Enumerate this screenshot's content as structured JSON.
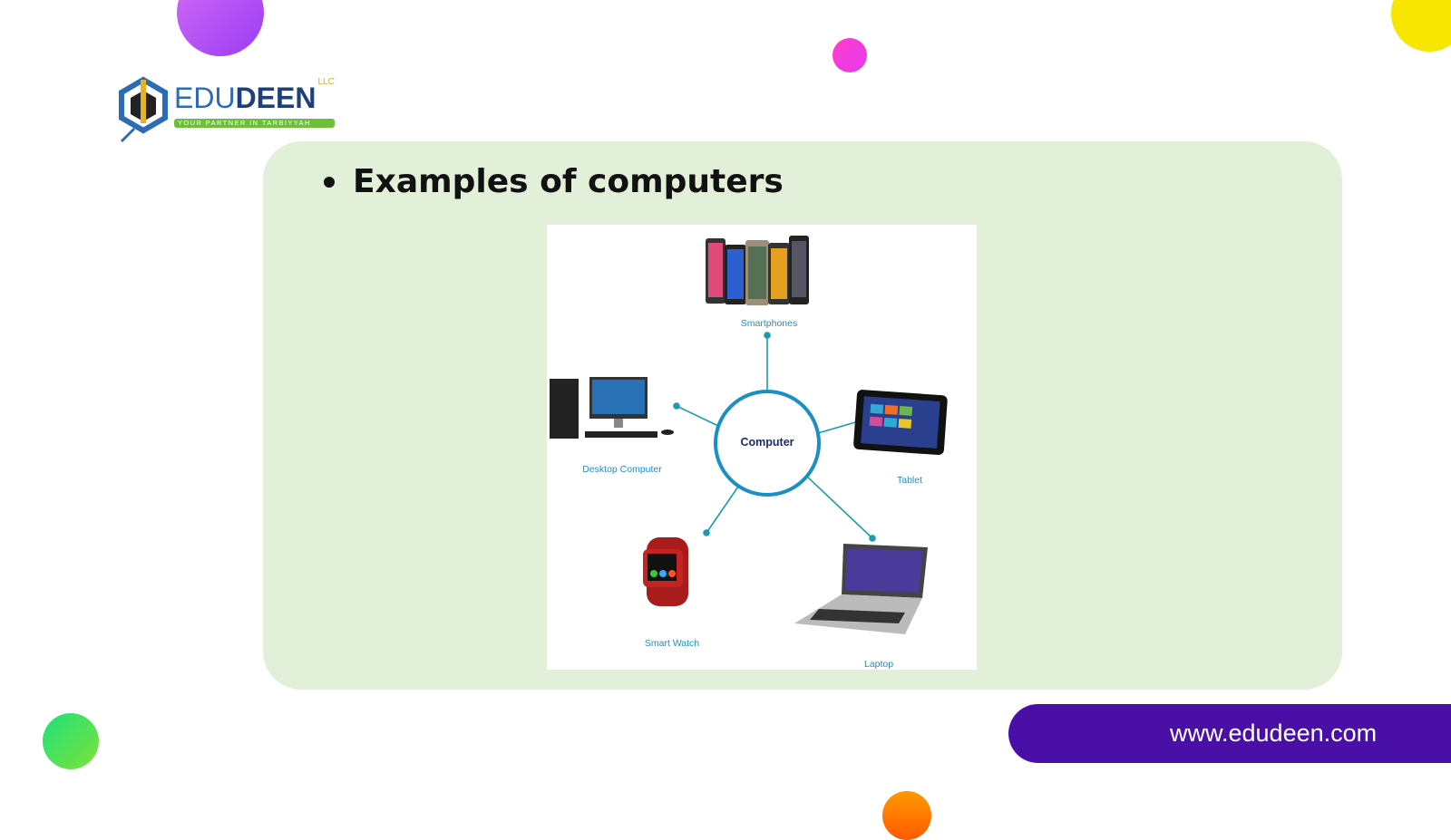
{
  "logo": {
    "name_light": "EDU",
    "name_bold": "DEEN",
    "suffix": "LLC",
    "tagline": "YOUR PARTNER IN TARBIYYAH"
  },
  "slide": {
    "bullet": "Examples of computers"
  },
  "diagram": {
    "center": "Computer",
    "items": [
      {
        "label": "Smartphones"
      },
      {
        "label": "Desktop Computer"
      },
      {
        "label": "Tablet"
      },
      {
        "label": "Smart Watch"
      },
      {
        "label": "Laptop"
      }
    ]
  },
  "footer": {
    "url": "www.edudeen.com"
  },
  "colors": {
    "panel": "#e2efd9",
    "footer": "#4a0fa6",
    "accent": "#1f8fbf"
  }
}
